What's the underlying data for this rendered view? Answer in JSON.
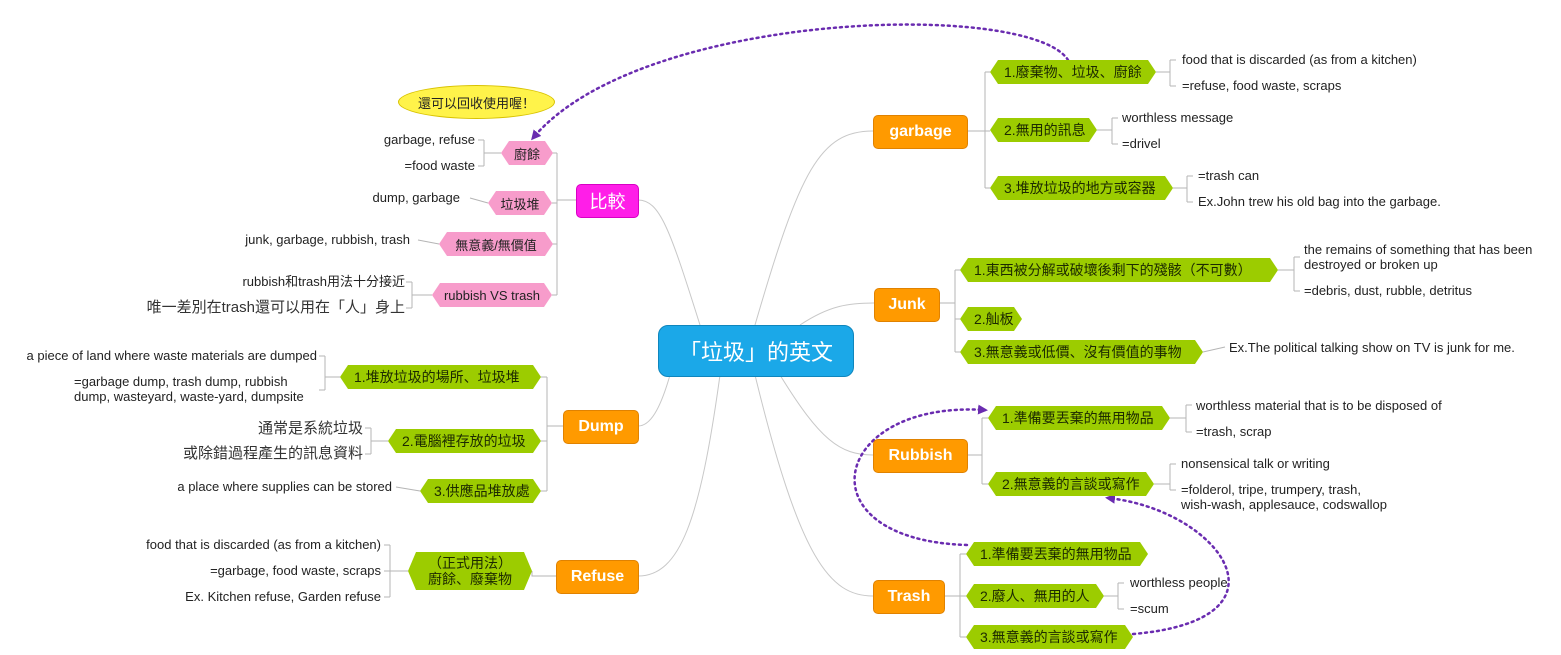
{
  "root": "「垃圾」的英文",
  "compare": {
    "title": "比較",
    "callout": "還可以回收使用喔！",
    "items": [
      {
        "label": "廚餘",
        "notes": [
          "garbage, refuse",
          "=food waste"
        ]
      },
      {
        "label": "垃圾堆",
        "notes": [
          "dump, garbage"
        ]
      },
      {
        "label": "無意義/無價值",
        "notes": [
          "junk, garbage, rubbish, trash"
        ]
      },
      {
        "label": "rubbish VS trash",
        "notes": [
          "rubbish和trash用法十分接近",
          "唯一差別在trash還可以用在「人」身上"
        ]
      }
    ]
  },
  "dump": {
    "title": "Dump",
    "items": [
      {
        "label": "1.堆放垃圾的場所、垃圾堆",
        "notes": [
          "a piece of land where waste materials are dumped",
          "=garbage dump, trash dump, rubbish",
          "dump, wasteyard, waste-yard, dumpsite"
        ]
      },
      {
        "label": "2.電腦裡存放的垃圾",
        "notes": [
          "通常是系統垃圾",
          "或除錯過程產生的訊息資料"
        ]
      },
      {
        "label": "3.供應品堆放處",
        "notes": [
          "a place where supplies can be stored"
        ]
      }
    ]
  },
  "refuse": {
    "title": "Refuse",
    "items": [
      {
        "label_lines": [
          "（正式用法）",
          "廚餘、廢棄物"
        ],
        "notes": [
          "food that is discarded (as from a kitchen)",
          "=garbage, food waste, scraps",
          "Ex. Kitchen refuse, Garden refuse"
        ]
      }
    ]
  },
  "garbage": {
    "title": "garbage",
    "items": [
      {
        "label": "1.廢棄物、垃圾、廚餘",
        "notes": [
          "food that is discarded (as from a kitchen)",
          "=refuse, food waste, scraps"
        ]
      },
      {
        "label": "2.無用的訊息",
        "notes": [
          "worthless message",
          "=drivel"
        ]
      },
      {
        "label": "3.堆放垃圾的地方或容器",
        "notes": [
          "=trash can",
          "Ex.John trew his old bag into the garbage."
        ]
      }
    ]
  },
  "junk": {
    "title": "Junk",
    "items": [
      {
        "label": "1.東西被分解或破壞後剩下的殘骸（不可數）",
        "notes": [
          "the remains of something that has been",
          "destroyed or broken up",
          "=debris, dust, rubble, detritus"
        ]
      },
      {
        "label": "2.舢板",
        "notes": []
      },
      {
        "label": "3.無意義或低價、沒有價值的事物",
        "notes": [
          "Ex.The political talking show on TV is junk for me."
        ]
      }
    ]
  },
  "rubbish": {
    "title": "Rubbish",
    "items": [
      {
        "label": "1.準備要丟棄的無用物品",
        "notes": [
          "worthless material that is to be disposed of",
          "=trash, scrap"
        ]
      },
      {
        "label": "2.無意義的言談或寫作",
        "notes": [
          "nonsensical talk or writing",
          "=folderol, tripe, trumpery, trash,",
          "wish-wash, applesauce, codswallop"
        ]
      }
    ]
  },
  "trash": {
    "title": "Trash",
    "items": [
      {
        "label": "1.準備要丟棄的無用物品",
        "notes": []
      },
      {
        "label": "2.廢人、無用的人",
        "notes": [
          "worthless people",
          "=scum"
        ]
      },
      {
        "label": "3.無意義的言談或寫作",
        "notes": []
      }
    ]
  },
  "colors": {
    "root": "#1ba8e8",
    "category": "#ff9a00",
    "compare": "#ff1ee8",
    "subtopic": "#9ccc00",
    "compare_item": "#f79ccb",
    "callout": "#fff34a",
    "relation": "#6a2cb0"
  }
}
